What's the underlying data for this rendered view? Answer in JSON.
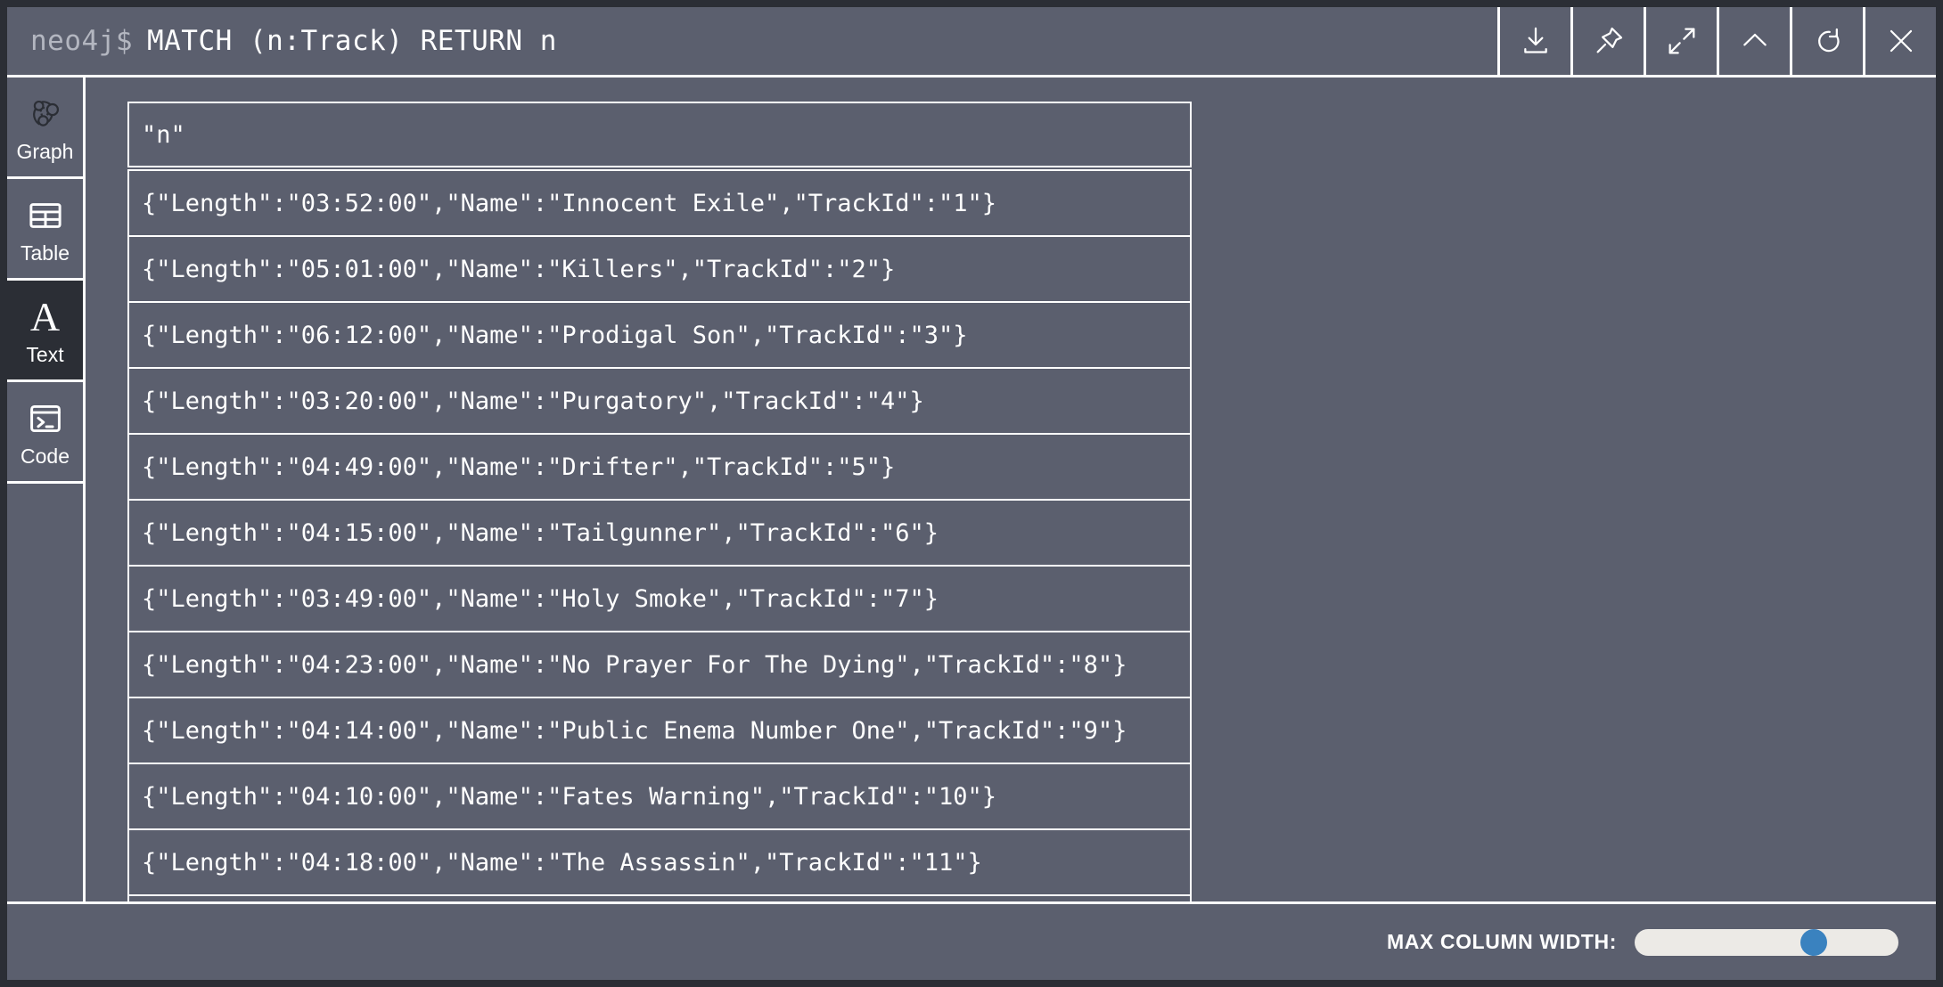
{
  "topbar": {
    "prompt": "neo4j$",
    "query": "MATCH (n:Track) RETURN n",
    "actions": [
      {
        "name": "download-icon",
        "label": "Download"
      },
      {
        "name": "pin-icon",
        "label": "Pin"
      },
      {
        "name": "expand-icon",
        "label": "Expand"
      },
      {
        "name": "chevron-up-icon",
        "label": "Collapse"
      },
      {
        "name": "refresh-icon",
        "label": "Rerun"
      },
      {
        "name": "close-icon",
        "label": "Close"
      }
    ]
  },
  "sidebar": {
    "items": [
      {
        "label": "Graph",
        "icon": "graph-icon",
        "active": false
      },
      {
        "label": "Table",
        "icon": "table-icon",
        "active": false
      },
      {
        "label": "Text",
        "icon": "text-icon",
        "active": true
      },
      {
        "label": "Code",
        "icon": "code-icon",
        "active": false
      }
    ]
  },
  "result": {
    "columns": [
      "\"n\""
    ],
    "rows": [
      [
        "{\"Length\":\"03:52:00\",\"Name\":\"Innocent Exile\",\"TrackId\":\"1\"}"
      ],
      [
        "{\"Length\":\"05:01:00\",\"Name\":\"Killers\",\"TrackId\":\"2\"}"
      ],
      [
        "{\"Length\":\"06:12:00\",\"Name\":\"Prodigal Son\",\"TrackId\":\"3\"}"
      ],
      [
        "{\"Length\":\"03:20:00\",\"Name\":\"Purgatory\",\"TrackId\":\"4\"}"
      ],
      [
        "{\"Length\":\"04:49:00\",\"Name\":\"Drifter\",\"TrackId\":\"5\"}"
      ],
      [
        "{\"Length\":\"04:15:00\",\"Name\":\"Tailgunner\",\"TrackId\":\"6\"}"
      ],
      [
        "{\"Length\":\"03:49:00\",\"Name\":\"Holy Smoke\",\"TrackId\":\"7\"}"
      ],
      [
        "{\"Length\":\"04:23:00\",\"Name\":\"No Prayer For The Dying\",\"TrackId\":\"8\"}"
      ],
      [
        "{\"Length\":\"04:14:00\",\"Name\":\"Public Enema Number One\",\"TrackId\":\"9\"}"
      ],
      [
        "{\"Length\":\"04:10:00\",\"Name\":\"Fates Warning\",\"TrackId\":\"10\"}"
      ],
      [
        "{\"Length\":\"04:18:00\",\"Name\":\"The Assassin\",\"TrackId\":\"11\"}"
      ],
      [
        ""
      ]
    ]
  },
  "footer": {
    "max_column_width_label": "MAX COLUMN WIDTH:",
    "slider_percent": 68
  },
  "colors": {
    "background": "#5b5f6e",
    "window_frame": "#2b2e35",
    "active_tab": "#2b2e35",
    "border": "#ffffff",
    "text": "#ffffff",
    "prompt_text": "#b3b6c0",
    "slider_track": "#eceae6",
    "slider_thumb": "#3a82bf"
  }
}
